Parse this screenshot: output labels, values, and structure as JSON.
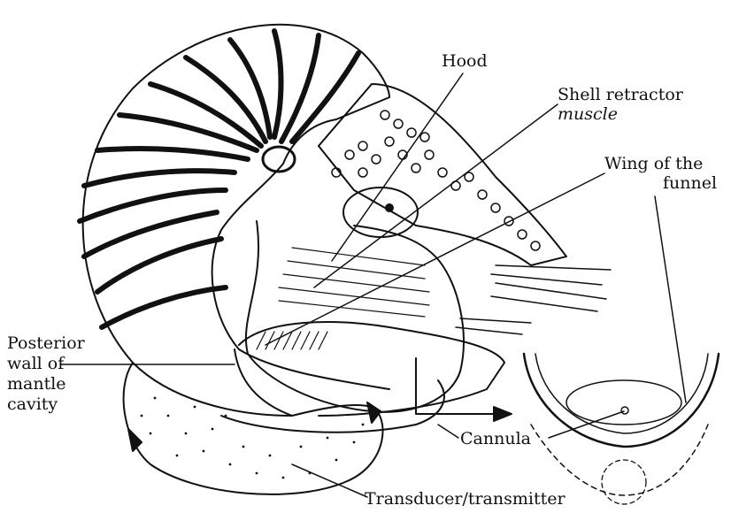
{
  "labels": {
    "hood": "Hood",
    "shell_retractor_line1": "Shell retractor",
    "shell_retractor_line2": "muscle",
    "wing_line1": "Wing of the",
    "wing_line2": "funnel",
    "posterior_line1": "Posterior",
    "posterior_line2": "wall of",
    "posterior_line3": "mantle",
    "posterior_line4": "cavity",
    "cannula": "Cannula",
    "transducer": "Transducer/transmitter"
  },
  "colors": {
    "ink": "#111111",
    "background": "#ffffff"
  }
}
